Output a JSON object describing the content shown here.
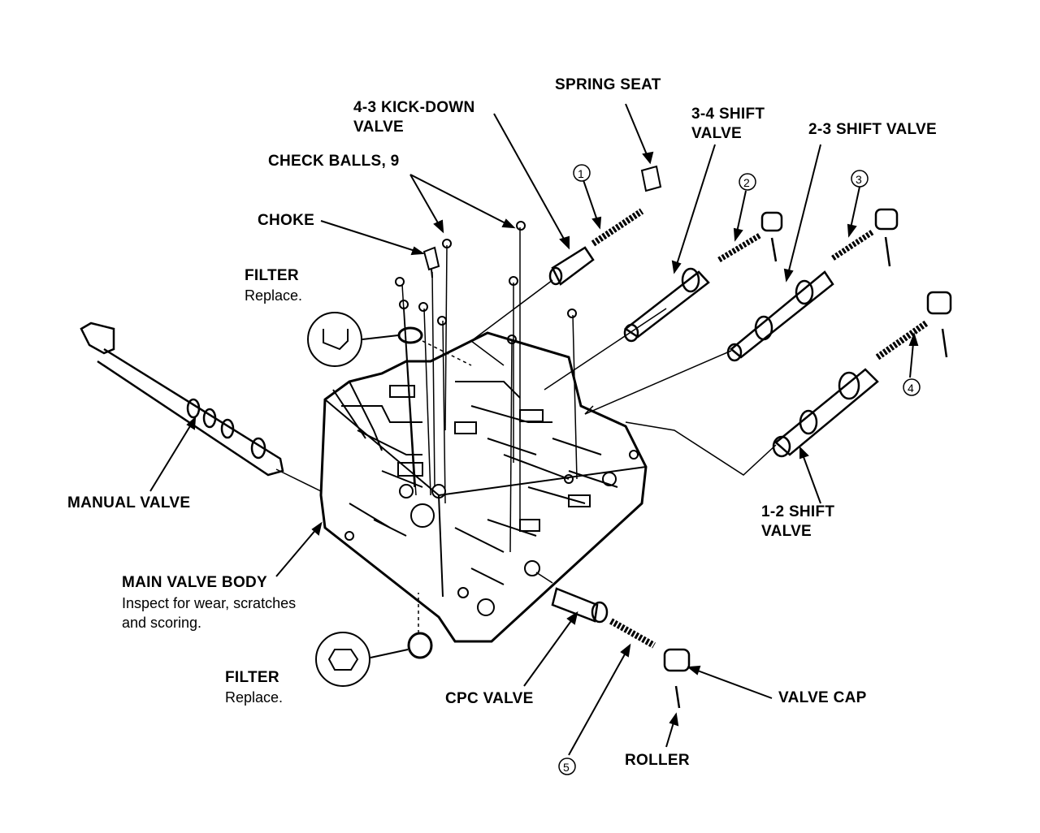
{
  "labels": {
    "spring_seat": "SPRING SEAT",
    "kickdown_1": "4-3 KICK-DOWN",
    "kickdown_2": "VALVE",
    "shift34_1": "3-4 SHIFT",
    "shift34_2": "VALVE",
    "shift23": "2-3 SHIFT VALVE",
    "check_balls": "CHECK BALLS, 9",
    "choke": "CHOKE",
    "filter_top": "FILTER",
    "filter_top_note": "Replace.",
    "manual_valve": "MANUAL VALVE",
    "shift12_1": "1-2 SHIFT",
    "shift12_2": "VALVE",
    "main_body": "MAIN VALVE BODY",
    "main_body_note_1": "Inspect for wear, scratches",
    "main_body_note_2": "and scoring.",
    "filter_bottom": "FILTER",
    "filter_bottom_note": "Replace.",
    "cpc_valve": "CPC VALVE",
    "valve_cap": "VALVE CAP",
    "roller": "ROLLER"
  },
  "callouts": [
    "1",
    "2",
    "3",
    "4",
    "5"
  ]
}
